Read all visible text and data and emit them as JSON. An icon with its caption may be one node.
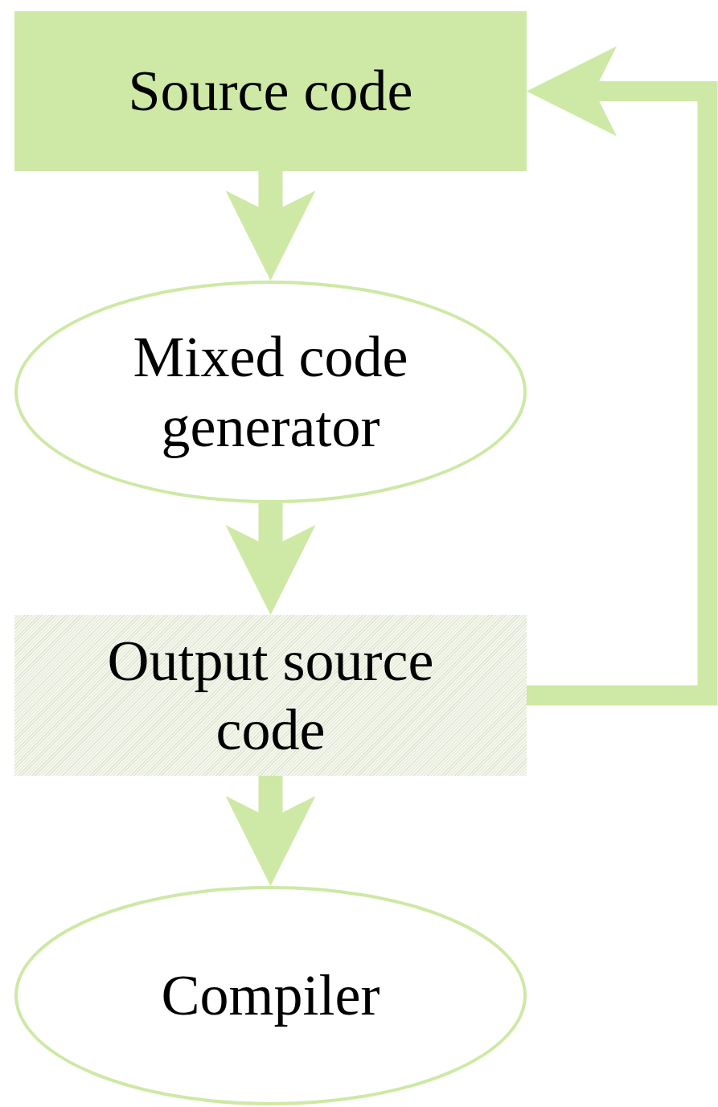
{
  "diagram": {
    "nodes": [
      {
        "text": [
          "Source code"
        ]
      },
      {
        "text": [
          "Mixed code generator"
        ]
      },
      {
        "text": [
          "Output source code"
        ]
      },
      {
        "text": [
          "Compiler"
        ]
      }
    ],
    "edges": [
      {
        "from": 0,
        "to": 1,
        "arrow": "to"
      },
      {
        "from": 1,
        "to": 2,
        "arrow": "to"
      },
      {
        "from": 2,
        "to": 3,
        "arrow": "to"
      },
      {
        "from": 2,
        "to": 0,
        "arrow": "to"
      }
    ]
  }
}
